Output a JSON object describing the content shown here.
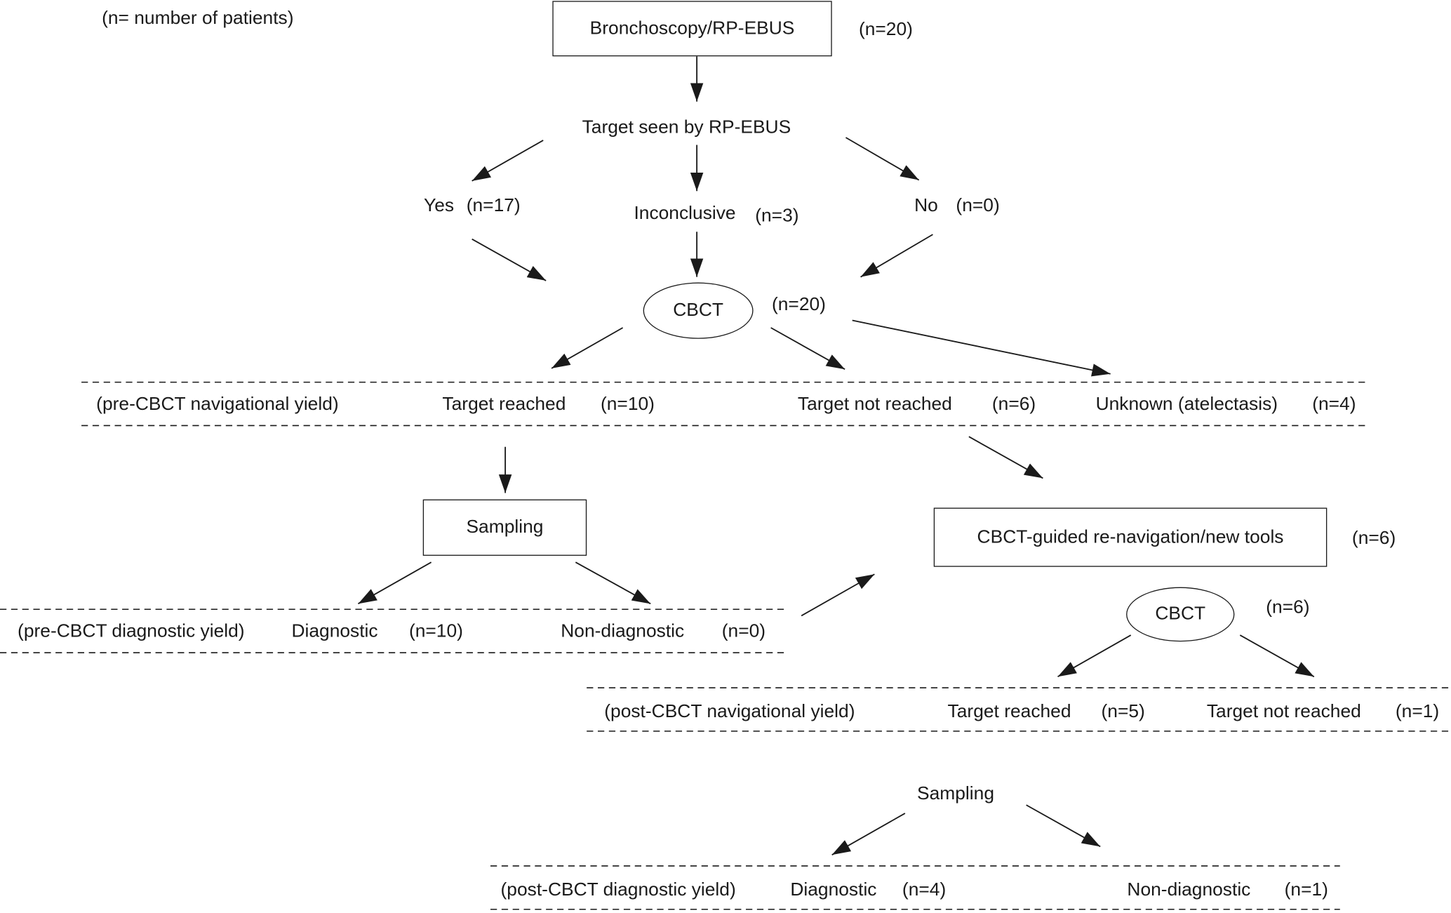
{
  "legend": "(n= number of patients)",
  "start": {
    "label": "Bronchoscopy/RP-EBUS",
    "n": "(n=20)"
  },
  "ebus_question": "Target seen by RP-EBUS",
  "ebus_results": {
    "yes": {
      "label": "Yes",
      "n": "(n=17)"
    },
    "inconclusive": {
      "label": "Inconclusive",
      "n": "(n=3)"
    },
    "no": {
      "label": "No",
      "n": "(n=0)"
    }
  },
  "cbct1": {
    "label": "CBCT",
    "n": "(n=20)"
  },
  "pre_nav_yield": {
    "label": "(pre-CBCT navigational yield)",
    "reached": {
      "label": "Target reached",
      "n": "(n=10)"
    },
    "not_reached": {
      "label": "Target not reached",
      "n": "(n=6)"
    },
    "unknown": {
      "label": "Unknown (atelectasis)",
      "n": "(n=4)"
    }
  },
  "sampling1": {
    "label": "Sampling"
  },
  "pre_diag_yield": {
    "label": "(pre-CBCT diagnostic yield)",
    "diagnostic": {
      "label": "Diagnostic",
      "n": "(n=10)"
    },
    "non_diagnostic": {
      "label": "Non-diagnostic",
      "n": "(n=0)"
    }
  },
  "renav": {
    "label": "CBCT-guided re-navigation/new tools",
    "n": "(n=6)"
  },
  "cbct2": {
    "label": "CBCT",
    "n": "(n=6)"
  },
  "post_nav_yield": {
    "label": "(post-CBCT navigational yield)",
    "reached": {
      "label": "Target reached",
      "n": "(n=5)"
    },
    "not_reached": {
      "label": "Target not reached",
      "n": "(n=1)"
    }
  },
  "sampling2": {
    "label": "Sampling"
  },
  "post_diag_yield": {
    "label": "(post-CBCT diagnostic yield)",
    "diagnostic": {
      "label": "Diagnostic",
      "n": "(n=4)"
    },
    "non_diagnostic": {
      "label": "Non-diagnostic",
      "n": "(n=1)"
    }
  }
}
